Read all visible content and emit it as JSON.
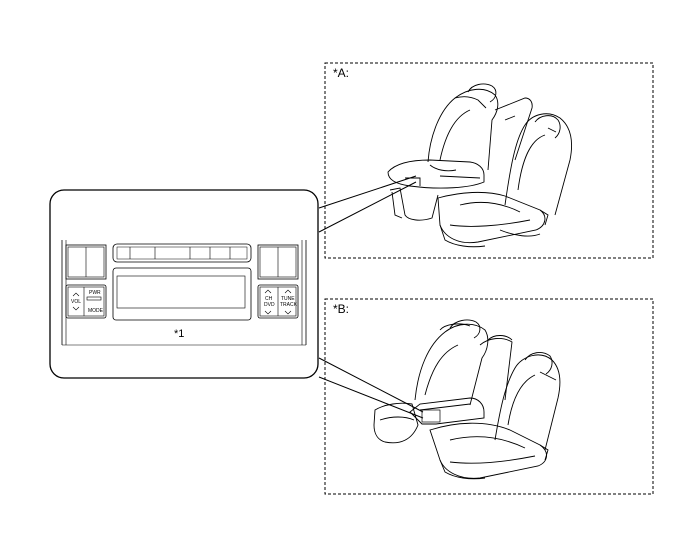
{
  "labels": {
    "callout_a": "*A:",
    "callout_b": "*B:",
    "part_1": "*1"
  },
  "panel": {
    "vol": "VOL",
    "pwr": "PWR",
    "mode": "MODE",
    "ch": "CH",
    "dvd": "DVD",
    "tune": "TUNE",
    "track": "TRACK"
  }
}
